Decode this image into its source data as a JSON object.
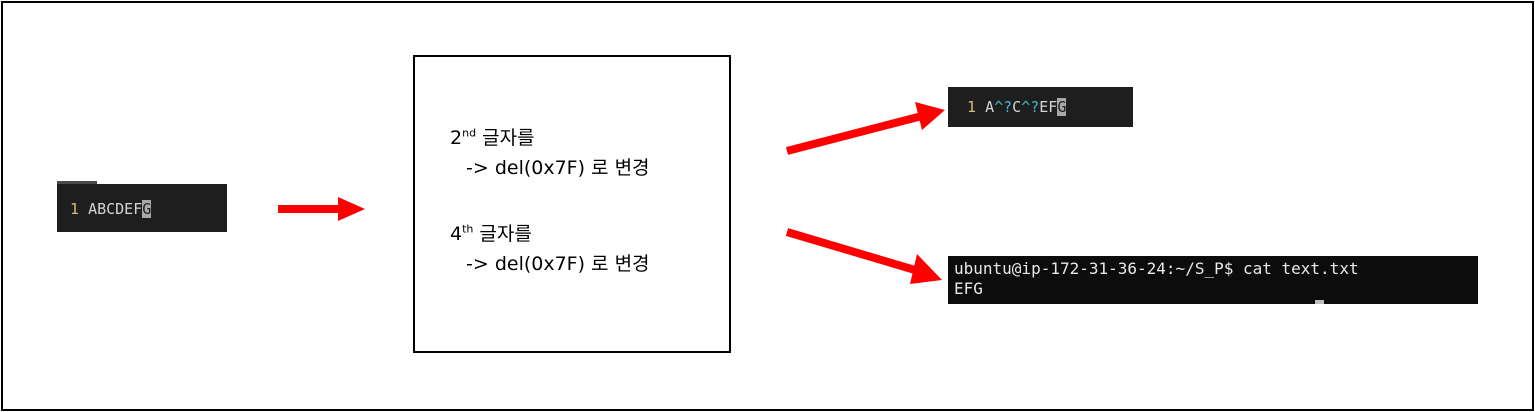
{
  "original_editor": {
    "line_number": "1",
    "text": "ABCDEF",
    "cursor_char": "G"
  },
  "instructions": {
    "step1": {
      "ordinal": "2",
      "suffix": "nd",
      "text": " 글자를",
      "action": "-> del(0x7F) 로 변경"
    },
    "step2": {
      "ordinal": "4",
      "suffix": "th",
      "text": " 글자를",
      "action": "-> del(0x7F) 로 변경"
    }
  },
  "result_editor": {
    "line_number": "1",
    "a": "A",
    "ctrl1": "^?",
    "c": "C",
    "ctrl2": "^?",
    "ef": "EF",
    "cursor_char": "G"
  },
  "terminal": {
    "command_line": "ubuntu@ip-172-31-36-24:~/S_P$ cat text.txt",
    "output": "EFG"
  },
  "colors": {
    "arrow": "#ff0000",
    "editor_bg": "#1e1e1e",
    "terminal_bg": "#0c0c0c",
    "control_char": "#3fb6c6",
    "line_number": "#d7ba7d"
  }
}
